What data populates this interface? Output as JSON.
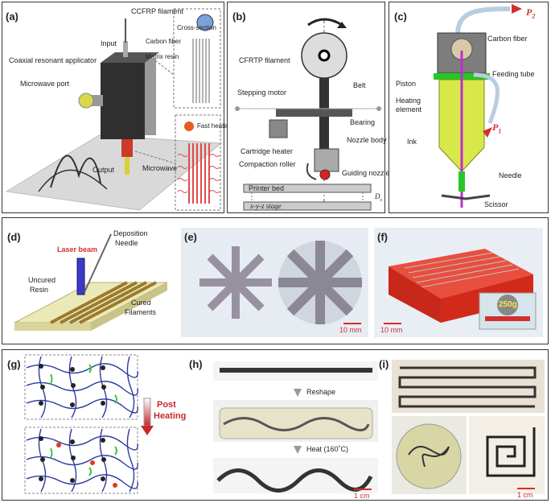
{
  "panel_a": {
    "label": "(a)",
    "ccfrp_filament": "CCFRP filament",
    "input": "Input",
    "cross_section": "Cross-section",
    "carbon_fiber": "Carbon fiber",
    "matrix_resin": "Matrix resin",
    "coaxial": "Coaxial resonant applicator",
    "microwave_port": "Microwave port",
    "fast_heating": "Fast heating",
    "output": "Output",
    "microwave": "Microwave"
  },
  "panel_b": {
    "label": "(b)",
    "cfrtp_filament": "CFRTP filament",
    "stepping_motor": "Stepping motor",
    "belt": "Belt",
    "bearing": "Bearing",
    "nozzle_body": "Nozzle body",
    "cartridge_heater": "Cartridge heater",
    "compaction_roller": "Compaction roller",
    "guiding_nozzle": "Guiding nozzle",
    "printer_bed": "Printer bed",
    "stage": "x-y-z stage",
    "ds": "D",
    "ds_sub": "s"
  },
  "panel_c": {
    "label": "(c)",
    "p2": "P",
    "p2_sub": "2",
    "carbon_fiber": "Carbon fiber",
    "feeding_tube": "Feeding tube",
    "piston": "Piston",
    "heating": "Heating",
    "element": "element",
    "p1": "P",
    "p1_sub": "1",
    "ink": "Ink",
    "needle": "Needle",
    "scissor": "Scissor"
  },
  "panel_d": {
    "label": "(d)",
    "deposition": "Deposition",
    "needle": "Needle",
    "laser_beam": "Laser beam",
    "uncured": "Uncured",
    "resin": "Resin",
    "cured": "Cured",
    "filaments": "Filaments"
  },
  "panel_e": {
    "label": "(e)",
    "scale": "10 mm"
  },
  "panel_f": {
    "label": "(f)",
    "scale": "10 mm",
    "weight": "250g"
  },
  "panel_g": {
    "label": "(g)",
    "post": "Post",
    "heating": "Heating"
  },
  "panel_h": {
    "label": "(h)",
    "reshape": "Reshape",
    "heat": "Heat (160˚C)",
    "scale": "1 cm"
  },
  "panel_i": {
    "label": "(i)",
    "scale": "1 cm"
  },
  "colors": {
    "red": "#d32f2f",
    "network_blue": "#2a3a9f",
    "ink_yellow": "#d8e84a",
    "print_red": "#e8321e"
  }
}
